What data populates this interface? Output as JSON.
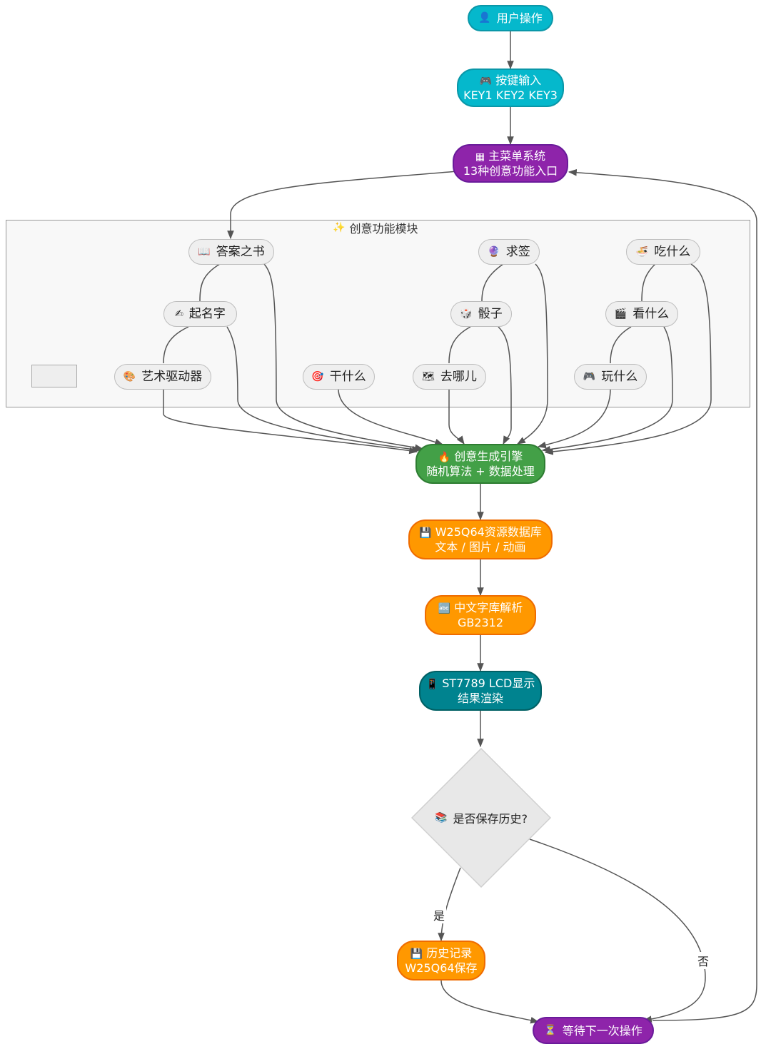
{
  "nodes": {
    "user_op": {
      "icon": "user-icon",
      "label": "用户操作"
    },
    "key_input": {
      "icon": "gamepad-icon",
      "line1": "按键输入",
      "line2": "KEY1 KEY2 KEY3"
    },
    "main_menu": {
      "icon": "calculator-icon",
      "line1": "主菜单系统",
      "line2": "13种创意功能入口"
    },
    "engine": {
      "icon": "fire-icon",
      "line1": "创意生成引擎",
      "line2": "随机算法 + 数据处理"
    },
    "w25_db": {
      "icon": "floppy-disk-icon",
      "line1": "W25Q64资源数据库",
      "line2": "文本 / 图片 / 动画"
    },
    "font_parse": {
      "icon": "abc-icon",
      "line1": "中文字库解析",
      "line2": "GB2312"
    },
    "lcd": {
      "icon": "phone-icon",
      "line1": "ST7789 LCD显示",
      "line2": "结果渲染"
    },
    "decision": {
      "icon": "books-icon",
      "label": "是否保存历史?"
    },
    "history": {
      "icon": "floppy-disk-icon",
      "line1": "历史记录",
      "line2": "W25Q64保存"
    },
    "wait": {
      "icon": "hourglass-icon",
      "label": "等待下一次操作"
    }
  },
  "cluster": {
    "title": "创意功能模块",
    "icon": "sparkles-icon"
  },
  "functions": {
    "answer_book": {
      "icon": "open-book-icon",
      "label": "答案之书"
    },
    "fortune": {
      "icon": "crystal-ball-icon",
      "label": "求签"
    },
    "eat": {
      "icon": "noodles-icon",
      "label": "吃什么"
    },
    "naming": {
      "icon": "writing-hand-icon",
      "label": "起名字"
    },
    "dice": {
      "icon": "dice-icon",
      "label": "骰子"
    },
    "watch": {
      "icon": "clapper-icon",
      "label": "看什么"
    },
    "art_driver": {
      "icon": "palette-icon",
      "label": "艺术驱动器"
    },
    "do_what": {
      "icon": "target-icon",
      "label": "干什么"
    },
    "go_where": {
      "icon": "map-icon",
      "label": "去哪儿"
    },
    "play": {
      "icon": "gamepad-icon",
      "label": "玩什么"
    }
  },
  "edge_labels": {
    "yes": "是",
    "no": "否"
  },
  "colors": {
    "cyan": "#05b8cc",
    "purple": "#8e24aa",
    "green": "#43a047",
    "orange": "#ff9800",
    "teal": "#00838f",
    "edge": "#555555",
    "decision": "#e8e8e8"
  }
}
